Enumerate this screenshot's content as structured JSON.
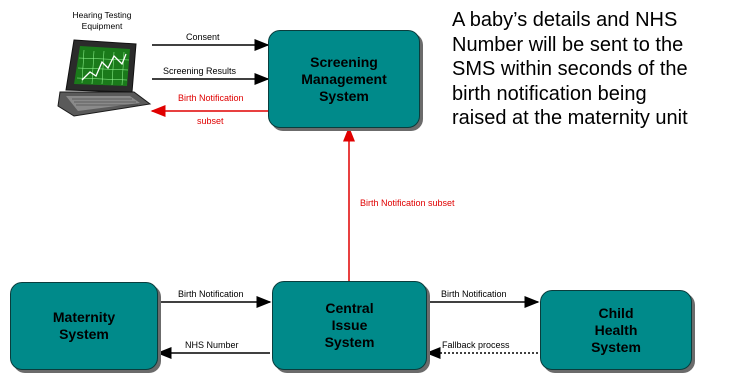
{
  "equipment": {
    "label": "Hearing Testing\nEquipment",
    "icon": "laptop-icon"
  },
  "nodes": {
    "screening_management": "Screening\nManagement\nSystem",
    "maternity": "Maternity\nSystem",
    "central_issue": "Central\nIssue\nSystem",
    "child_health": "Child\nHealth\nSystem"
  },
  "edges": {
    "consent": "Consent",
    "screening_results": "Screening Results",
    "birth_notification_subset_left_line1": "Birth Notification",
    "birth_notification_subset_left_line2": "subset",
    "birth_notification_subset_vertical": "Birth Notification subset",
    "birth_notification_maternity_to_central": "Birth Notification",
    "nhs_number": "NHS Number",
    "birth_notification_central_to_child": "Birth Notification",
    "fallback_process": "Fallback process"
  },
  "description": "A baby’s details and NHS\nNumber will be sent to the\nSMS within seconds of the\nbirth notification being\nraised at the maternity unit",
  "colors": {
    "box_fill": "#008a8a",
    "arrow_red": "#e00000",
    "arrow_black": "#000000"
  }
}
